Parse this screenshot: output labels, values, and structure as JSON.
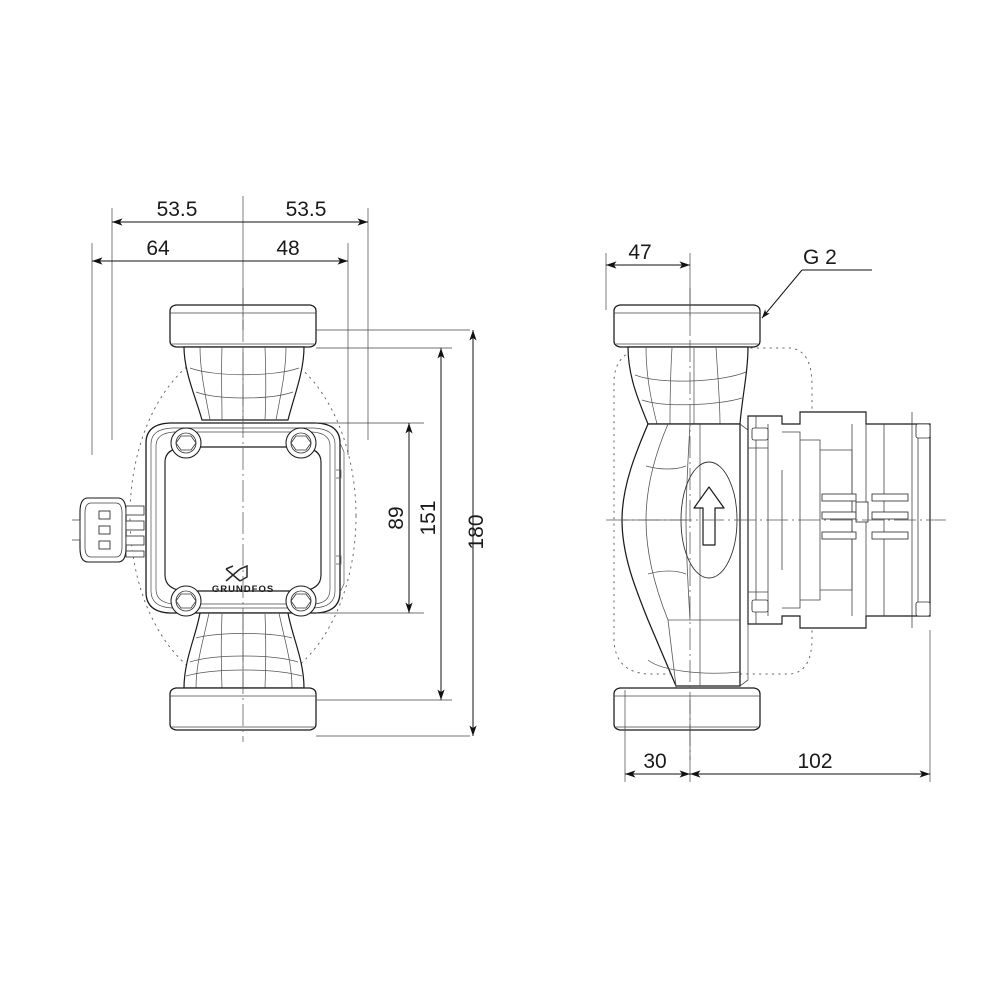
{
  "drawing": {
    "subject": "Grundfos ALPHA circulator pump",
    "brand_logo_text": "GRUNDFOS",
    "background_color": "#ffffff",
    "line_color": "#1a1a1a",
    "thin_line_color": "#3a3a3a",
    "dimension_color": "#111111",
    "views": [
      {
        "id": "front-view",
        "name": "front elevation"
      },
      {
        "id": "side-view",
        "name": "side elevation"
      }
    ]
  },
  "front_view": {
    "dimensions": {
      "top_row": [
        {
          "name": "left-half-width",
          "label": "53.5"
        },
        {
          "name": "right-half-width",
          "label": "53.5"
        }
      ],
      "second_row": [
        {
          "name": "left-port-offset",
          "label": "64"
        },
        {
          "name": "right-port-offset",
          "label": "48"
        }
      ],
      "vertical": [
        {
          "name": "housing-height",
          "label": "89"
        },
        {
          "name": "port-to-port-height",
          "label": "151"
        },
        {
          "name": "overall-height",
          "label": "180"
        }
      ]
    }
  },
  "side_view": {
    "dimensions": {
      "top": [
        {
          "name": "flange-depth",
          "label": "47"
        }
      ],
      "bottom": [
        {
          "name": "body-depth",
          "label": "30"
        },
        {
          "name": "motor-depth",
          "label": "102"
        }
      ]
    },
    "callouts": [
      {
        "name": "thread-size-callout",
        "label": "G 2"
      }
    ],
    "flow_arrow": {
      "name": "flow-direction-arrow",
      "direction": "up"
    }
  }
}
